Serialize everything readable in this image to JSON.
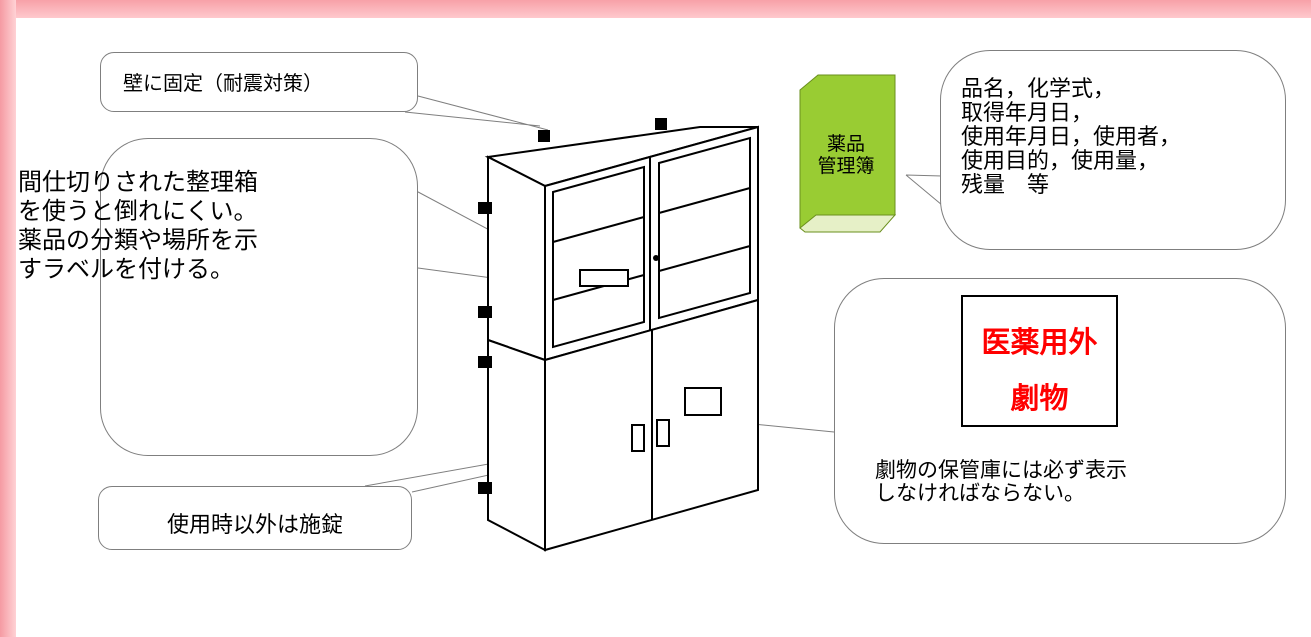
{
  "callouts": {
    "wall_fixing": "壁に固定（耐震対策）",
    "organizer": "間仕切りされた整理箱\nを使うと倒れにくい。\n薬品の分類や場所を示\nすラベルを付ける。",
    "lock": "使用時以外は施錠",
    "ledger_items": "品名，化学式，\n取得年月日，\n使用年月日，使用者，\n使用目的，使用量，\n残量　等",
    "sign_note": "劇物の保管庫には必ず表示\nしなければならない。"
  },
  "ledger_book": {
    "title": "薬品\n管理簿",
    "color": "#99cc33"
  },
  "sign": {
    "line1": "医薬用外",
    "line2": "劇物",
    "text_color": "#ff0000"
  },
  "colors": {
    "band": "#f7a1a8",
    "outline": "#000000",
    "bubble_border": "#7f7f7f"
  }
}
